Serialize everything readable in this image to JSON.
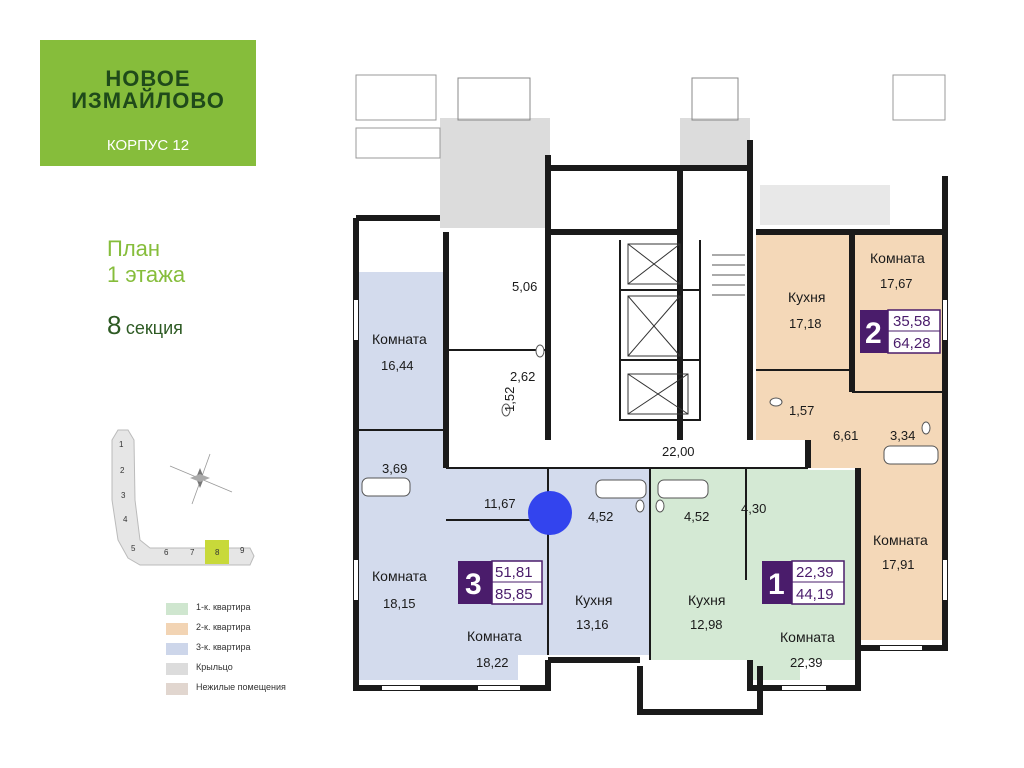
{
  "logo": {
    "line1": "НОВОЕ",
    "line2": "ИЗМАЙЛОВО",
    "subtitle": "КОРПУС 12"
  },
  "plan": {
    "title_line1": "План",
    "title_line2": "1 этажа",
    "section_number": "8",
    "section_word": "секция"
  },
  "key_plan": {
    "sections": [
      "1",
      "2",
      "3",
      "4",
      "5",
      "6",
      "7",
      "8",
      "9"
    ],
    "highlighted": "8"
  },
  "legend": [
    {
      "label": "1-к. квартира",
      "color": "#cfe6cf"
    },
    {
      "label": "2-к. квартира",
      "color": "#f2d4b4"
    },
    {
      "label": "3-к. квартира",
      "color": "#cdd6ea"
    },
    {
      "label": "Крыльцо",
      "color": "#dcdcdc"
    },
    {
      "label": "Нежилые помещения",
      "color": "#e1d6cf"
    }
  ],
  "colors": {
    "one_room": "#d4e9d4",
    "two_room": "#f4d8b8",
    "three_room": "#d3dbed",
    "porch": "#dcdcdc",
    "badge": "#4a1c6b",
    "brand_green": "#86bd3b"
  },
  "rooms": {
    "r_506": "5,06",
    "r_262": "2,62",
    "r_152": "1,52",
    "komnata_1644_label": "Комната",
    "komnata_1644": "16,44",
    "r_369": "3,69",
    "r_1167": "11,67",
    "komnata_1815_label": "Комната",
    "komnata_1815": "18,15",
    "komnata_1822_label": "Комната",
    "komnata_1822": "18,22",
    "r_452a": "4,52",
    "r_452b": "4,52",
    "r_430": "4,30",
    "kuhnya_1316_label": "Кухня",
    "kuhnya_1316": "13,16",
    "kuhnya_1298_label": "Кухня",
    "kuhnya_1298": "12,98",
    "komnata_2239_label": "Комната",
    "komnata_2239": "22,39",
    "r_2200": "22,00",
    "kuhnya_1718_label": "Кухня",
    "kuhnya_1718": "17,18",
    "komnata_1767_label": "Комната",
    "komnata_1767": "17,67",
    "r_157": "1,57",
    "r_661": "6,61",
    "r_334": "3,34",
    "komnata_1791_label": "Комната",
    "komnata_1791": "17,91"
  },
  "apartments": [
    {
      "rooms": "3",
      "living_area": "51,81",
      "total_area": "85,85"
    },
    {
      "rooms": "1",
      "living_area": "22,39",
      "total_area": "44,19"
    },
    {
      "rooms": "2",
      "living_area": "35,58",
      "total_area": "64,28"
    }
  ]
}
